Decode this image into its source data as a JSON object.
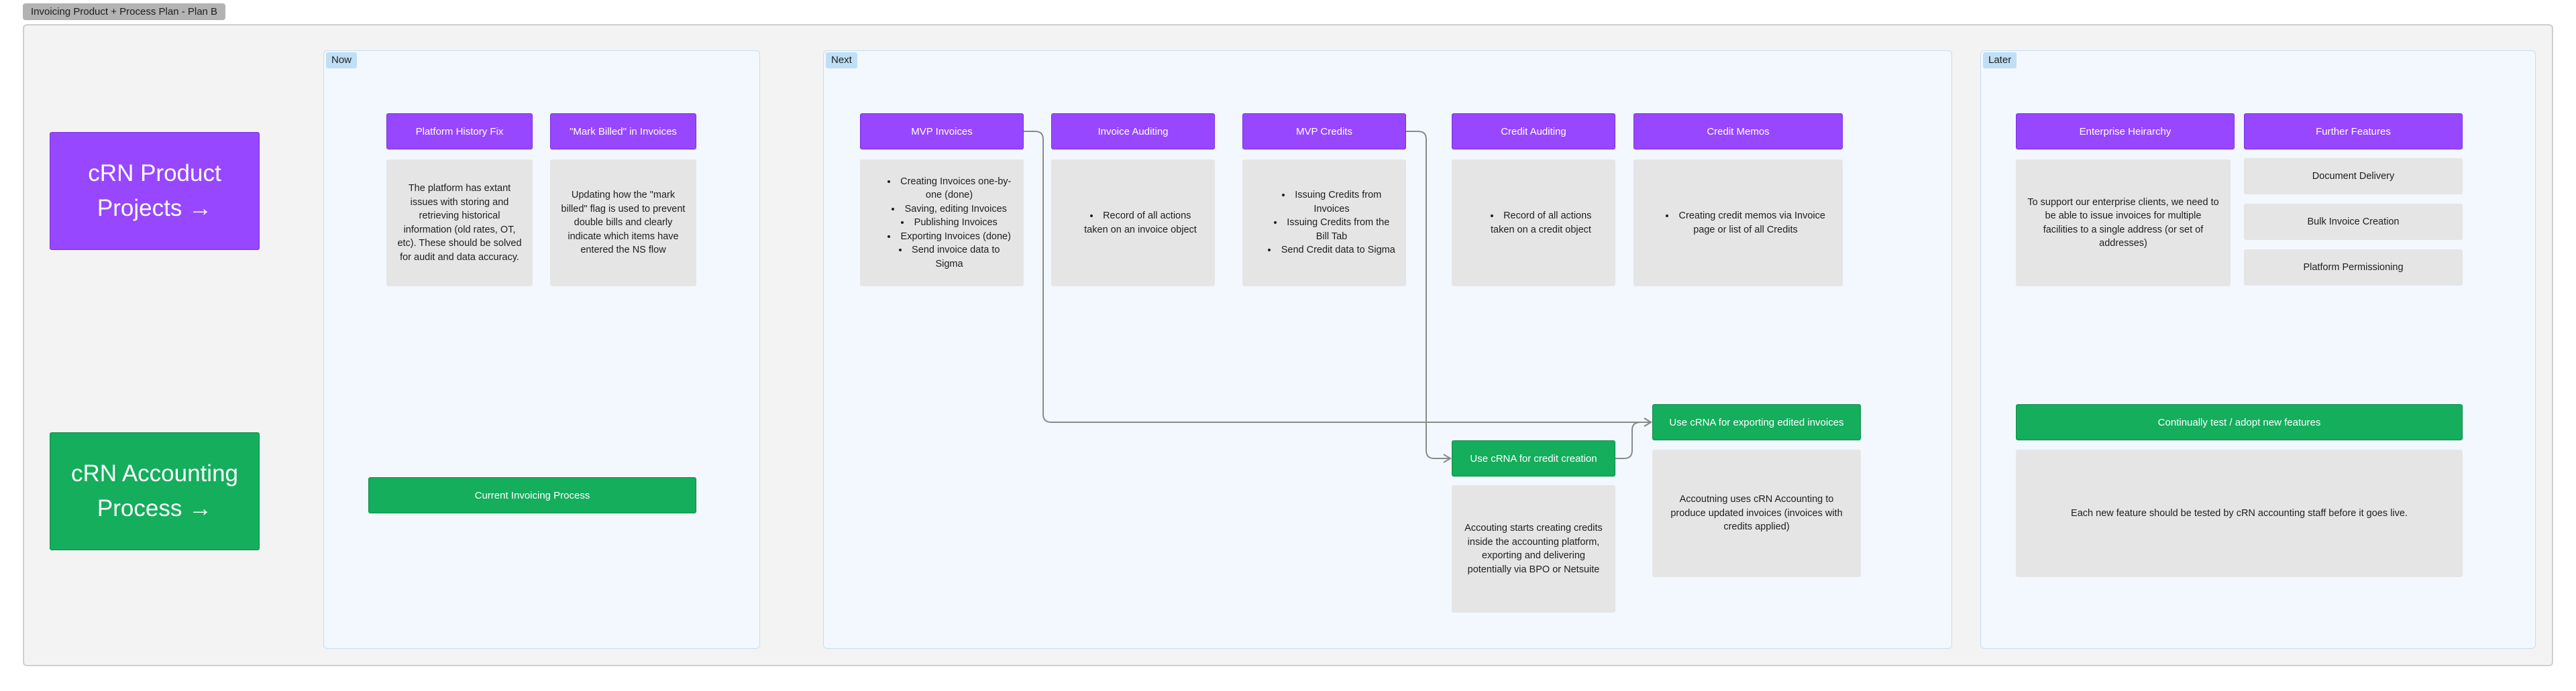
{
  "frame_title": "Invoicing Product + Process Plan - Plan B",
  "lanes": {
    "product": "cRN Product Projects →",
    "accounting": "cRN Accounting Process →"
  },
  "sections": {
    "now": {
      "label": "Now",
      "platform_history": {
        "title": "Platform History Fix",
        "body": "The platform has extant issues with storing and retrieving historical information (old rates, OT, etc). These should be solved for audit and data accuracy."
      },
      "mark_billed": {
        "title": "\"Mark Billed\" in Invoices",
        "body": "Updating how the \"mark billed\" flag is used to prevent double bills and clearly indicate which items have entered the NS flow"
      },
      "current_process": "Current Invoicing Process"
    },
    "next": {
      "label": "Next",
      "mvp_invoices": {
        "title": "MVP Invoices",
        "items": [
          "Creating Invoices one-by-one (done)",
          "Saving, editing Invoices",
          "Publishing Invoices",
          "Exporting Invoices (done)",
          "Send invoice data to Sigma"
        ]
      },
      "invoice_auditing": {
        "title": "Invoice Auditing",
        "items": [
          "Record of all actions taken on an invoice object"
        ]
      },
      "mvp_credits": {
        "title": "MVP Credits",
        "items": [
          "Issuing Credits from Invoices",
          "Issuing Credits from the Bill Tab",
          "Send Credit data to Sigma"
        ]
      },
      "credit_auditing": {
        "title": "Credit Auditing",
        "items": [
          "Record of all actions taken on a credit object"
        ]
      },
      "credit_memos": {
        "title": "Credit Memos",
        "items": [
          "Creating credit memos via Invoice page or list of all Credits"
        ]
      },
      "credit_creation": {
        "title": "Use cRNA for credit creation",
        "body": "Accouting starts creating credits inside the accounting platform, exporting and delivering potentially via BPO or Netsuite"
      },
      "exporting_edited": {
        "title": "Use cRNA for exporting edited invoices",
        "body": "Accoutning uses cRN Accounting to produce updated invoices (invoices with credits applied)"
      }
    },
    "later": {
      "label": "Later",
      "enterprise": {
        "title": "Enterprise Heirarchy",
        "body": "To support our enterprise clients, we need to be able to issue invoices for multiple facilities to a single address (or set of addresses)"
      },
      "further": {
        "title": "Further Features",
        "items": [
          "Document Delivery",
          "Bulk Invoice Creation",
          "Platform Permissioning"
        ]
      },
      "continual": {
        "title": "Continually test / adopt new features",
        "body": "Each new feature should be tested by cRN accounting staff before it goes live."
      }
    }
  },
  "colors": {
    "purple": "#9747ff",
    "green": "#14ae5c",
    "note": "#e5e5e5",
    "section_bg": "#f2f8fd",
    "connector": "#8a8a8a"
  }
}
